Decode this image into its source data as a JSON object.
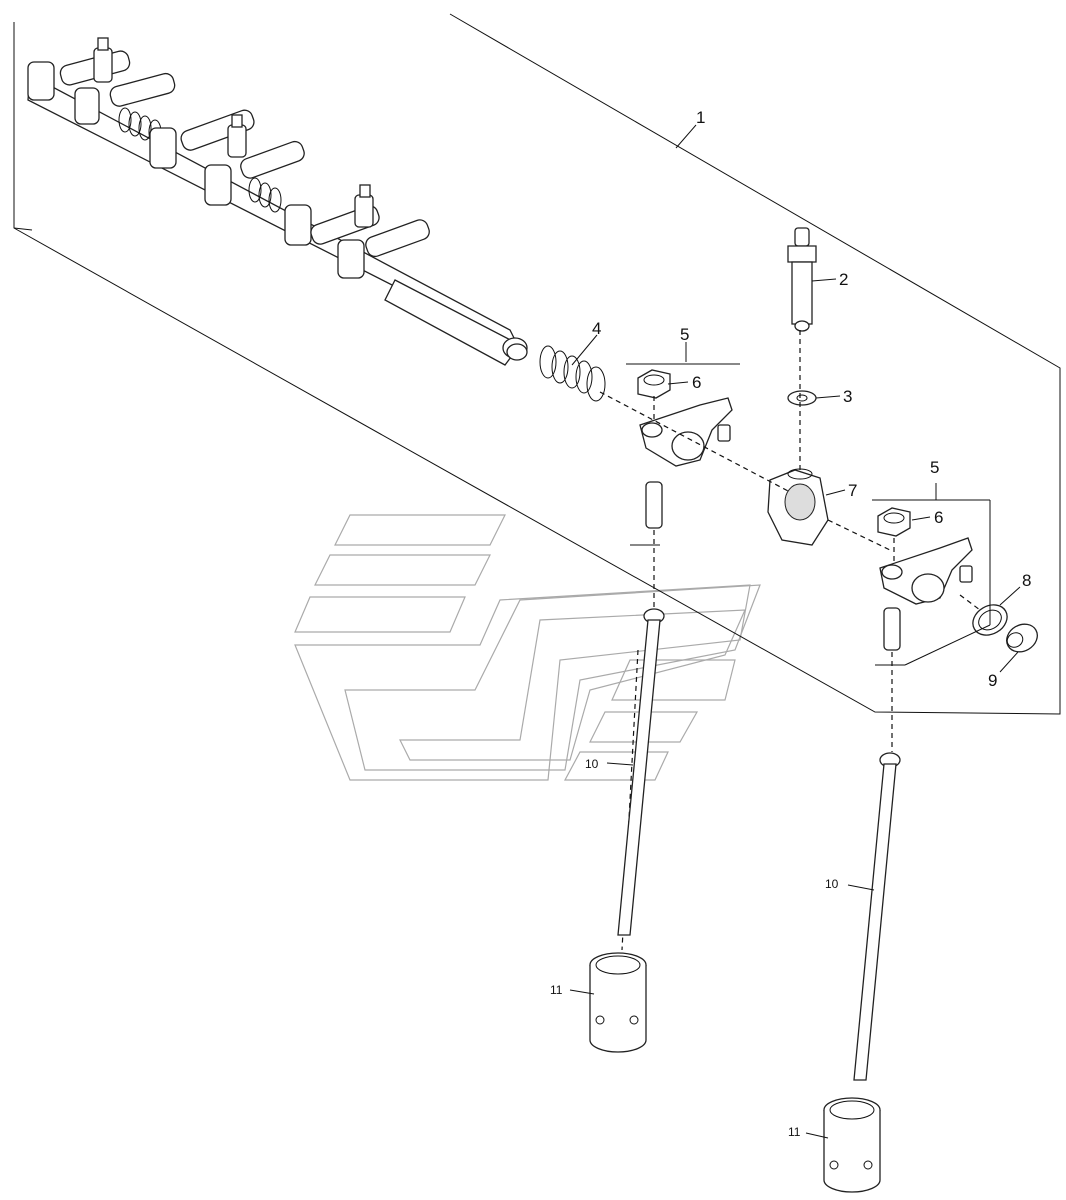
{
  "callouts": {
    "c1": "1",
    "c2": "2",
    "c3": "3",
    "c4": "4",
    "c5a": "5",
    "c6a": "6",
    "c7": "7",
    "c5b": "5",
    "c6b": "6",
    "c8": "8",
    "c9": "9",
    "c10a": "10",
    "c10b": "10",
    "c11a": "11",
    "c11b": "11"
  }
}
